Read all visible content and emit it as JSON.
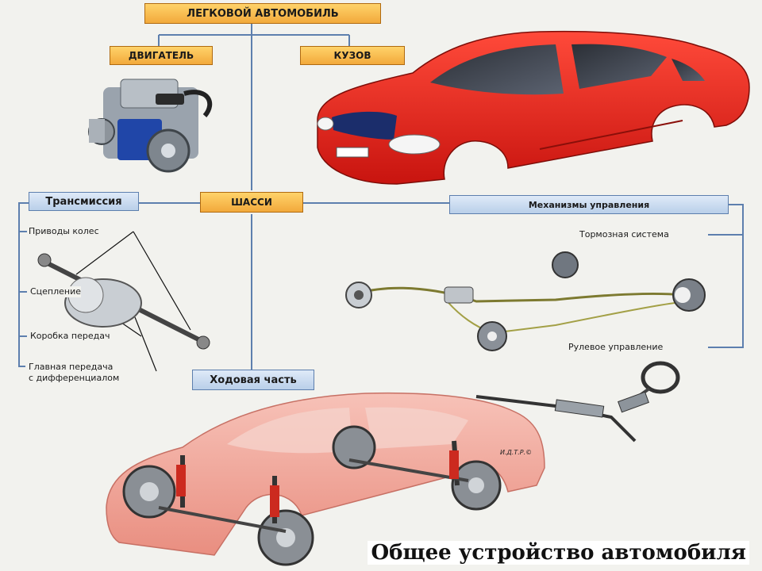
{
  "diagram": {
    "caption": "Общее устройство автомобиля",
    "nodes": {
      "root": "ЛЕГКОВОЙ АВТОМОБИЛЬ",
      "engine": "ДВИГАТЕЛЬ",
      "body": "КУЗОВ",
      "chassis": "ШАССИ",
      "transmission": "Трансмиссия",
      "controls": "Механизмы управления",
      "running_gear": "Ходовая часть"
    },
    "transmission_parts": [
      "Приводы колес",
      "Сцепление",
      "Коробка передач",
      "Главная передача",
      "с дифференциалом"
    ],
    "control_parts": {
      "brakes": "Тормозная система",
      "steering": "Рулевое управление"
    },
    "watermark": "И.Д.Т.Р.©",
    "colors": {
      "orange_box": "#f2a93b",
      "blue_box": "#b9cfe9",
      "car_red": "#e8221c",
      "chassis_car_pink": "#f2a69a",
      "lines": "#5d7fae"
    }
  }
}
